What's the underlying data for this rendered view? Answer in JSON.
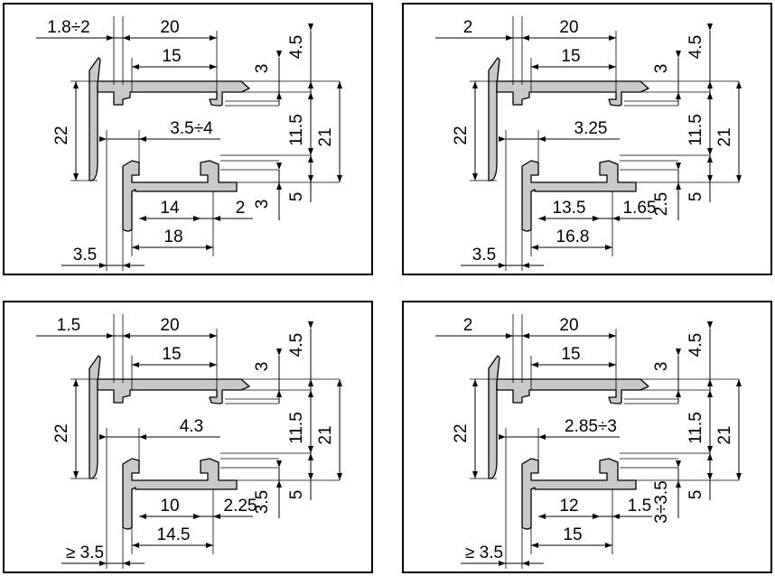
{
  "panels": [
    {
      "top_width": "1.8÷2",
      "top_span": "20",
      "inner_span": "15",
      "right_small": "3",
      "right_top": "4.5",
      "height_left": "22",
      "height_right": "21",
      "mid_height": "11.5",
      "bottom_right": "5",
      "gap": "3.5÷4",
      "lower_span_a": "14",
      "lower_span_b": "2",
      "lower_small": "3",
      "bottom_span": "18",
      "bottom_left": "3.5"
    },
    {
      "top_width": "2",
      "top_span": "20",
      "inner_span": "15",
      "right_small": "3",
      "right_top": "4.5",
      "height_left": "22",
      "height_right": "21",
      "mid_height": "11.5",
      "bottom_right": "5",
      "gap": "3.25",
      "lower_span_a": "13.5",
      "lower_span_b": "1.65",
      "lower_small": "2.5",
      "bottom_span": "16.8",
      "bottom_left": "3.5"
    },
    {
      "top_width": "1.5",
      "top_span": "20",
      "inner_span": "15",
      "right_small": "3",
      "right_top": "4.5",
      "height_left": "22",
      "height_right": "21",
      "mid_height": "11.5",
      "bottom_right": "5",
      "gap": "4.3",
      "lower_span_a": "10",
      "lower_span_b": "2.25",
      "lower_small": "3.5",
      "bottom_span": "14.5",
      "bottom_left": "≥ 3.5"
    },
    {
      "top_width": "2",
      "top_span": "20",
      "inner_span": "15",
      "right_small": "3",
      "right_top": "4.5",
      "height_left": "22",
      "height_right": "21",
      "mid_height": "11.5",
      "bottom_right": "5",
      "gap": "2.85÷3",
      "lower_span_a": "12",
      "lower_span_b": "1.5",
      "lower_small": "3÷3.5",
      "bottom_span": "15",
      "bottom_left": "≥ 3.5"
    }
  ]
}
